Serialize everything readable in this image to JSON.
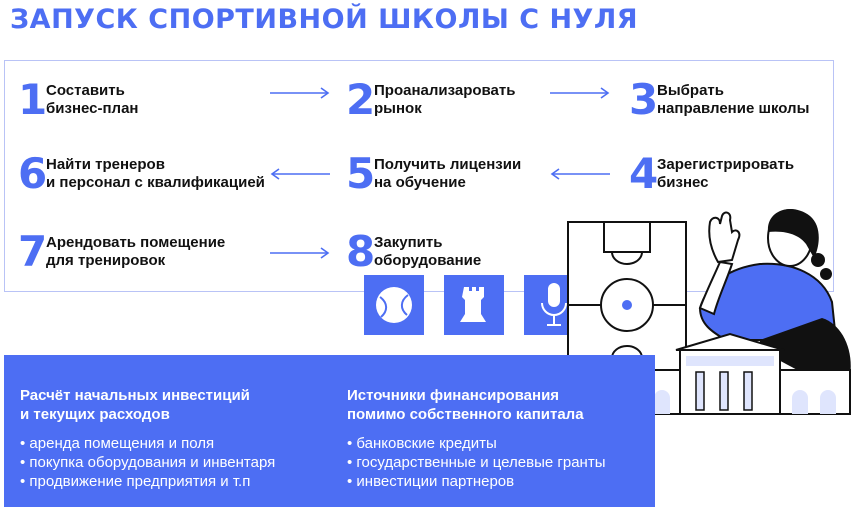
{
  "title": "ЗАПУСК СПОРТИВНОЙ ШКОЛЫ С НУЛЯ",
  "steps": [
    {
      "num": "1",
      "line1": "Составить",
      "line2": "бизнес-план"
    },
    {
      "num": "2",
      "line1": "Проанализаровать",
      "line2": "рынок"
    },
    {
      "num": "3",
      "line1": "Выбрать",
      "line2": "направление школы"
    },
    {
      "num": "4",
      "line1": "Зарегистрировать",
      "line2": "бизнес"
    },
    {
      "num": "5",
      "line1": "Получить лицензии",
      "line2": "на обучение"
    },
    {
      "num": "6",
      "line1": "Найти тренеров",
      "line2": "и персонал с квалификацией"
    },
    {
      "num": "7",
      "line1": "Арендовать помещение",
      "line2": "для тренировок"
    },
    {
      "num": "8",
      "line1": "Закупить",
      "line2": "оборудование"
    }
  ],
  "investments": {
    "title_line1": "Расчёт начальных инвестиций",
    "title_line2": "и текущих расходов",
    "items": [
      "• аренда помещения и поля",
      "• покупка оборудования и инвентаря",
      "• продвижение предприятия и т.п"
    ]
  },
  "funding": {
    "title_line1": "Источники финансирования",
    "title_line2": "помимо собственного капитала",
    "items": [
      "• банковские кредиты",
      "• государственные и целевые гранты",
      "• инвестиции партнеров"
    ]
  },
  "icons": [
    "ball-icon",
    "chess-rook-icon",
    "microphone-icon"
  ],
  "colors": {
    "accent": "#4d6ef3",
    "border": "#b9c3f6",
    "text": "#111111",
    "white": "#ffffff"
  }
}
